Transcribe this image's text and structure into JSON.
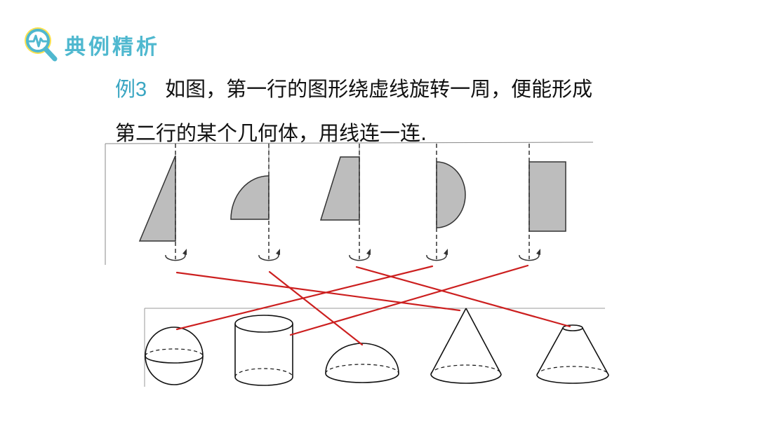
{
  "header": {
    "title": "典例精析",
    "icon": "magnifier-pulse-icon",
    "accent_color": "#4fb8cf"
  },
  "problem": {
    "label": "例3",
    "line1": "如图，第一行的图形绕虚线旋转一周，便能形成",
    "line2": "第二行的某个几何体，用线连一连."
  },
  "figure": {
    "shape_fill": "#bdbdbd",
    "line_color": "#cc1f1f",
    "row1_shapes": [
      "right-triangle",
      "quarter-circle",
      "right-trapezoid",
      "semicircle",
      "rectangle"
    ],
    "row2_solids": [
      "sphere",
      "cylinder",
      "hemisphere",
      "cone",
      "frustum"
    ],
    "matches": [
      {
        "from": "right-triangle",
        "to": "cone"
      },
      {
        "from": "quarter-circle",
        "to": "hemisphere"
      },
      {
        "from": "right-trapezoid",
        "to": "frustum"
      },
      {
        "from": "semicircle",
        "to": "sphere"
      },
      {
        "from": "rectangle",
        "to": "cylinder"
      }
    ]
  }
}
